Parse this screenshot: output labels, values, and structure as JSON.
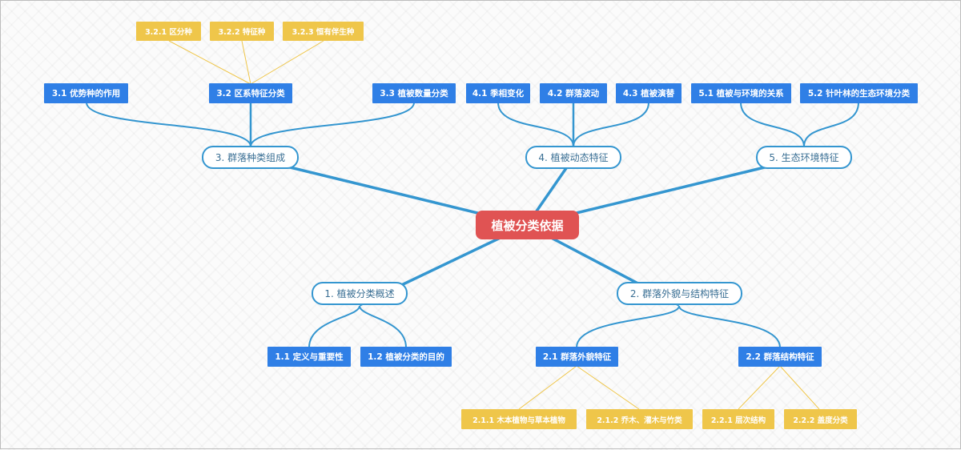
{
  "mindmap": {
    "root": "植被分类依据",
    "branches": [
      {
        "label": "1. 植被分类概述",
        "children": [
          {
            "label": "1.1 定义与重要性"
          },
          {
            "label": "1.2 植被分类的目的"
          }
        ]
      },
      {
        "label": "2. 群落外貌与结构特征",
        "children": [
          {
            "label": "2.1 群落外貌特征",
            "children": [
              "2.1.1 木本植物与草本植物",
              "2.1.2 乔木、灌木与竹类"
            ]
          },
          {
            "label": "2.2 群落结构特征",
            "children": [
              "2.2.1 层次结构",
              "2.2.2 盖度分类"
            ]
          }
        ]
      },
      {
        "label": "3. 群落种类组成",
        "children": [
          {
            "label": "3.1 优势种的作用"
          },
          {
            "label": "3.2 区系特征分类",
            "children": [
              "3.2.1 区分种",
              "3.2.2 特征种",
              "3.2.3 恒有伴生种"
            ]
          },
          {
            "label": "3.3 植被数量分类"
          }
        ]
      },
      {
        "label": "4. 植被动态特征",
        "children": [
          {
            "label": "4.1 季相变化"
          },
          {
            "label": "4.2 群落波动"
          },
          {
            "label": "4.3 植被演替"
          }
        ]
      },
      {
        "label": "5. 生态环境特征",
        "children": [
          {
            "label": "5.1 植被与环境的关系"
          },
          {
            "label": "5.2 针叶林的生态环境分类"
          }
        ]
      }
    ]
  },
  "colors": {
    "root_fill": "#e05353",
    "branch_line": "#3496d0",
    "level2_fill": "#2f7fe6",
    "level3_fill": "#efc64a",
    "level3_line": "#efc64a"
  }
}
